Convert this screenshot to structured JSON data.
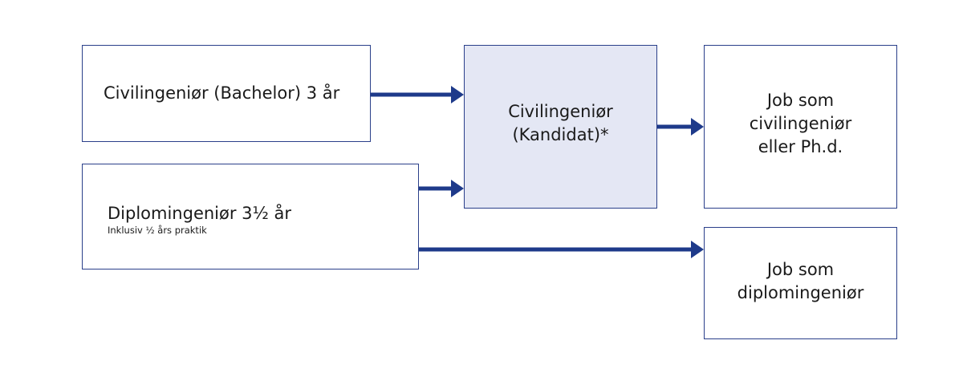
{
  "boxes": {
    "bachelor": {
      "text": "Civilingeniør (Bachelor)  3 år"
    },
    "diplom": {
      "text": "Diplomingeniør  3½ år",
      "subtext": "Inklusiv ½ års praktik"
    },
    "kandidat": {
      "line1": "Civilingeniør",
      "line2": "(Kandidat)*"
    },
    "job_civil": {
      "line1": "Job som",
      "line2": "civilingeniør",
      "line3": "eller Ph.d."
    },
    "job_diplom": {
      "line1": "Job som",
      "line2": "diplomingeniør"
    }
  },
  "colors": {
    "border": "#2a3f8a",
    "arrow": "#1e3a8a",
    "filled_box": "#e4e7f4"
  }
}
